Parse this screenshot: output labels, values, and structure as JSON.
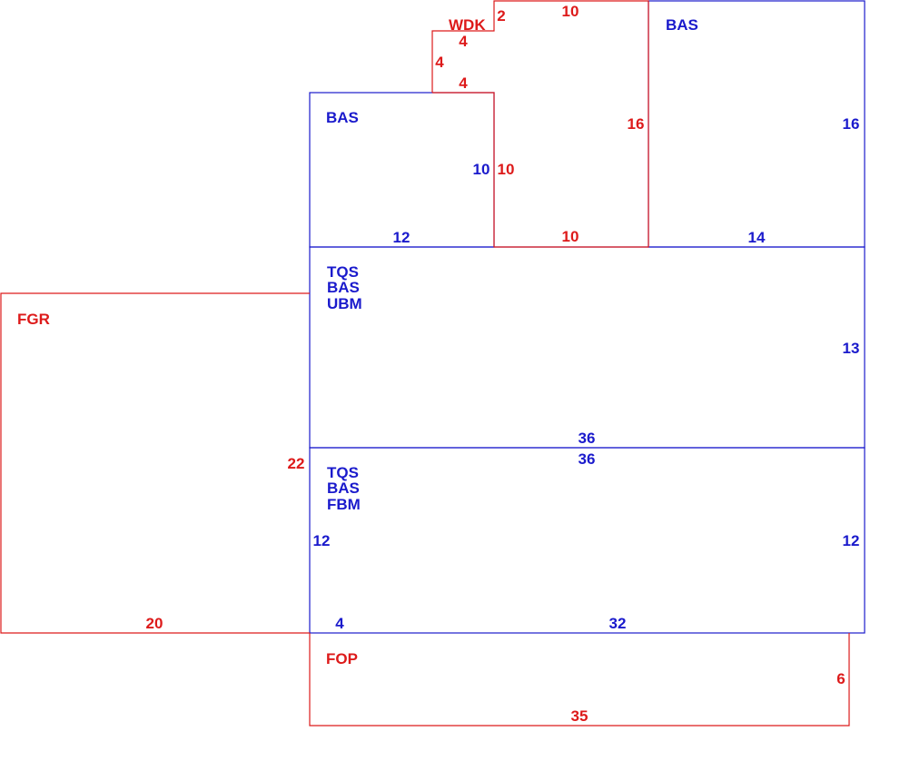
{
  "colors": {
    "blue": "#1a1acc",
    "red": "#dd1a1a",
    "background": "#ffffff"
  },
  "areas": {
    "bas_upper_left": "BAS",
    "bas_upper_right": "BAS",
    "wdk": "WDK",
    "fgr": "FGR",
    "fop": "FOP",
    "middle": [
      "TQS",
      "BAS",
      "UBM"
    ],
    "lower": [
      "TQS",
      "BAS",
      "FBM"
    ]
  },
  "dims": {
    "wdk_2": "2",
    "wdk_top_10": "10",
    "wdk_4_top": "4",
    "wdk_4_left": "4",
    "wdk_4_bottom": "4",
    "wdk_right_16": "16",
    "wdk_left_10": "10",
    "wdk_bottom_10": "10",
    "bas_ul_right_10": "10",
    "bas_ul_bottom_12": "12",
    "bas_ur_right_16": "16",
    "bas_ur_bottom_14": "14",
    "middle_right_13": "13",
    "middle_bottom_36": "36",
    "lower_top_36": "36",
    "lower_right_12": "12",
    "lower_left_12": "12",
    "lower_bottom_4": "4",
    "lower_bottom_32": "32",
    "fgr_22": "22",
    "fgr_bottom_20": "20",
    "fop_right_6": "6",
    "fop_bottom_35": "35"
  }
}
